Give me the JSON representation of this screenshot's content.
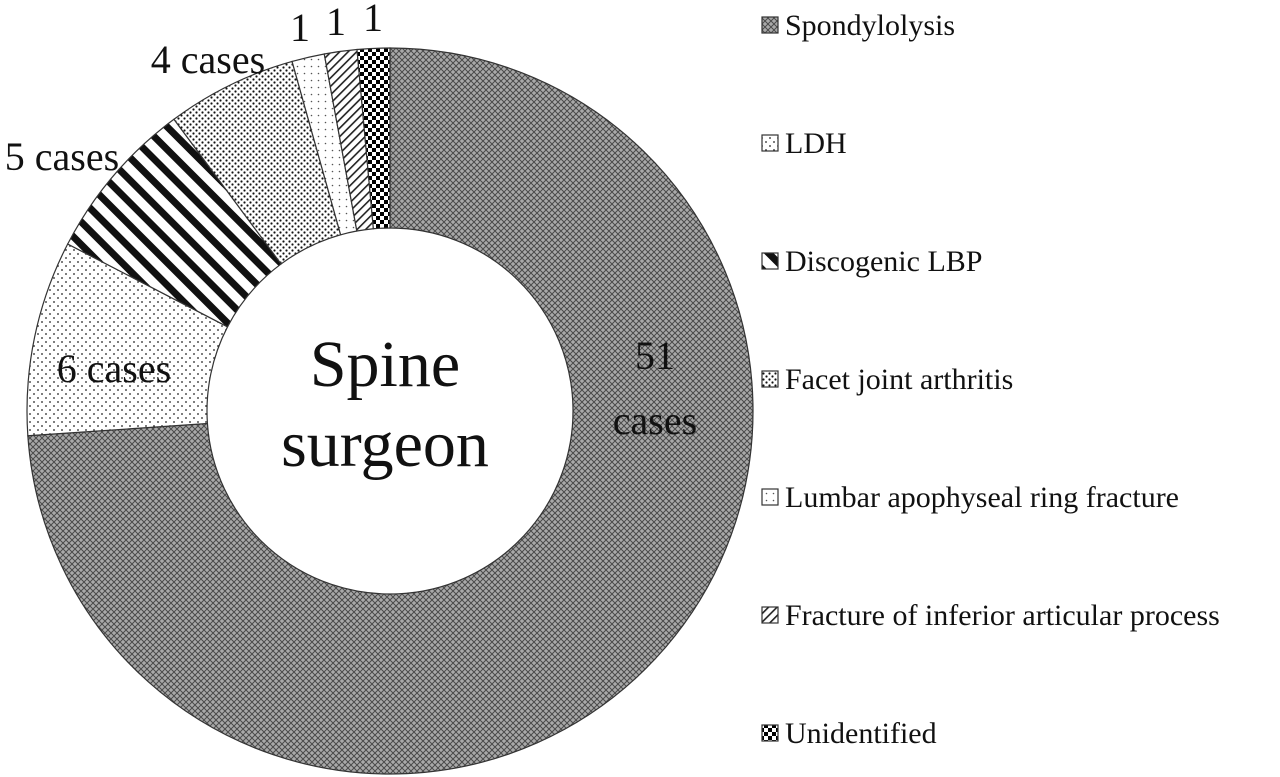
{
  "chart_data": {
    "type": "pie",
    "style": "donut",
    "center_title_lines": [
      "Spine",
      "surgeon"
    ],
    "categories": [
      "Spondylolysis",
      "LDH",
      "Discogenic LBP",
      "Facet joint arthritis",
      "Lumbar apophyseal ring fracture",
      "Fracture of inferior articular process",
      "Unidentified"
    ],
    "values": [
      51,
      6,
      5,
      4,
      1,
      1,
      1
    ],
    "slice_labels": [
      "51\ncases",
      "6 cases",
      "5 cases",
      "4 cases",
      "1",
      "1",
      "1"
    ],
    "legend_position": "right"
  }
}
